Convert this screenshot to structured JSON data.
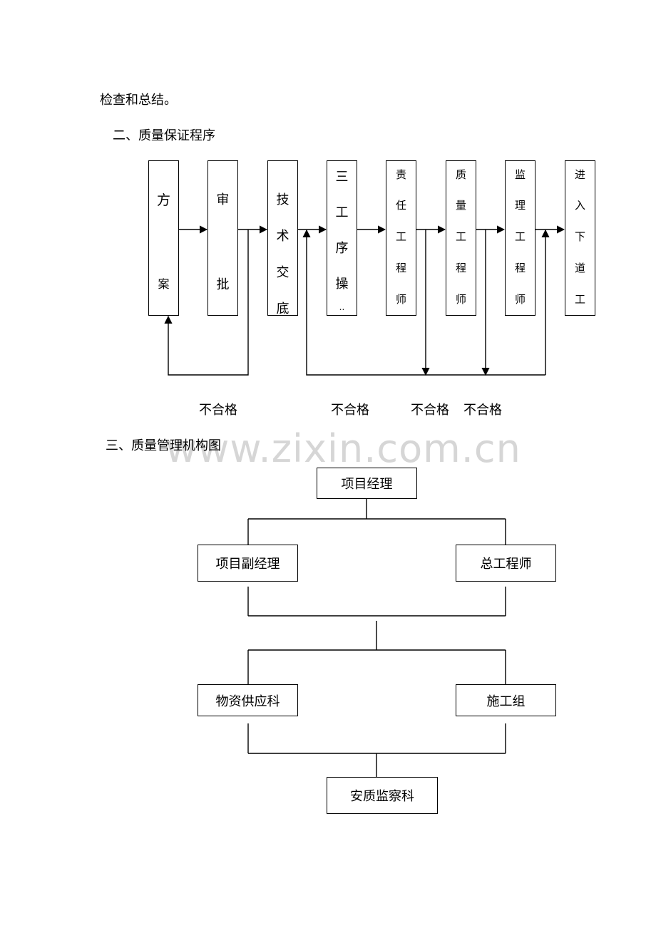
{
  "intro_text": "检查和总结。",
  "section2_title": "二、质量保证程序",
  "section3_title": "三、质量管理机构图",
  "watermark": "www.zixin.com.cn",
  "flow": {
    "boxes": [
      {
        "chars": [
          "方",
          "案"
        ]
      },
      {
        "chars": [
          "审",
          "批"
        ]
      },
      {
        "chars": [
          "技",
          "术",
          "交",
          "底"
        ]
      },
      {
        "chars": [
          "三",
          "工",
          "序",
          "操",
          ".."
        ]
      },
      {
        "chars": [
          "责",
          "任",
          "工",
          "程",
          "师"
        ]
      },
      {
        "chars": [
          "质",
          "量",
          "工",
          "程",
          "师"
        ]
      },
      {
        "chars": [
          "监",
          "理",
          "工",
          "程",
          "师"
        ]
      },
      {
        "chars": [
          "进",
          "入",
          "下",
          "道",
          "工"
        ]
      }
    ],
    "reject_labels": [
      "不合格",
      "不合格",
      "不合格",
      "不合格"
    ]
  },
  "org": {
    "manager": "项目经理",
    "deputy_manager": "项目副经理",
    "chief_engineer": "总工程师",
    "supply_dept": "物资供应科",
    "construction_group": "施工组",
    "safety_quality_dept": "安质监察科"
  }
}
